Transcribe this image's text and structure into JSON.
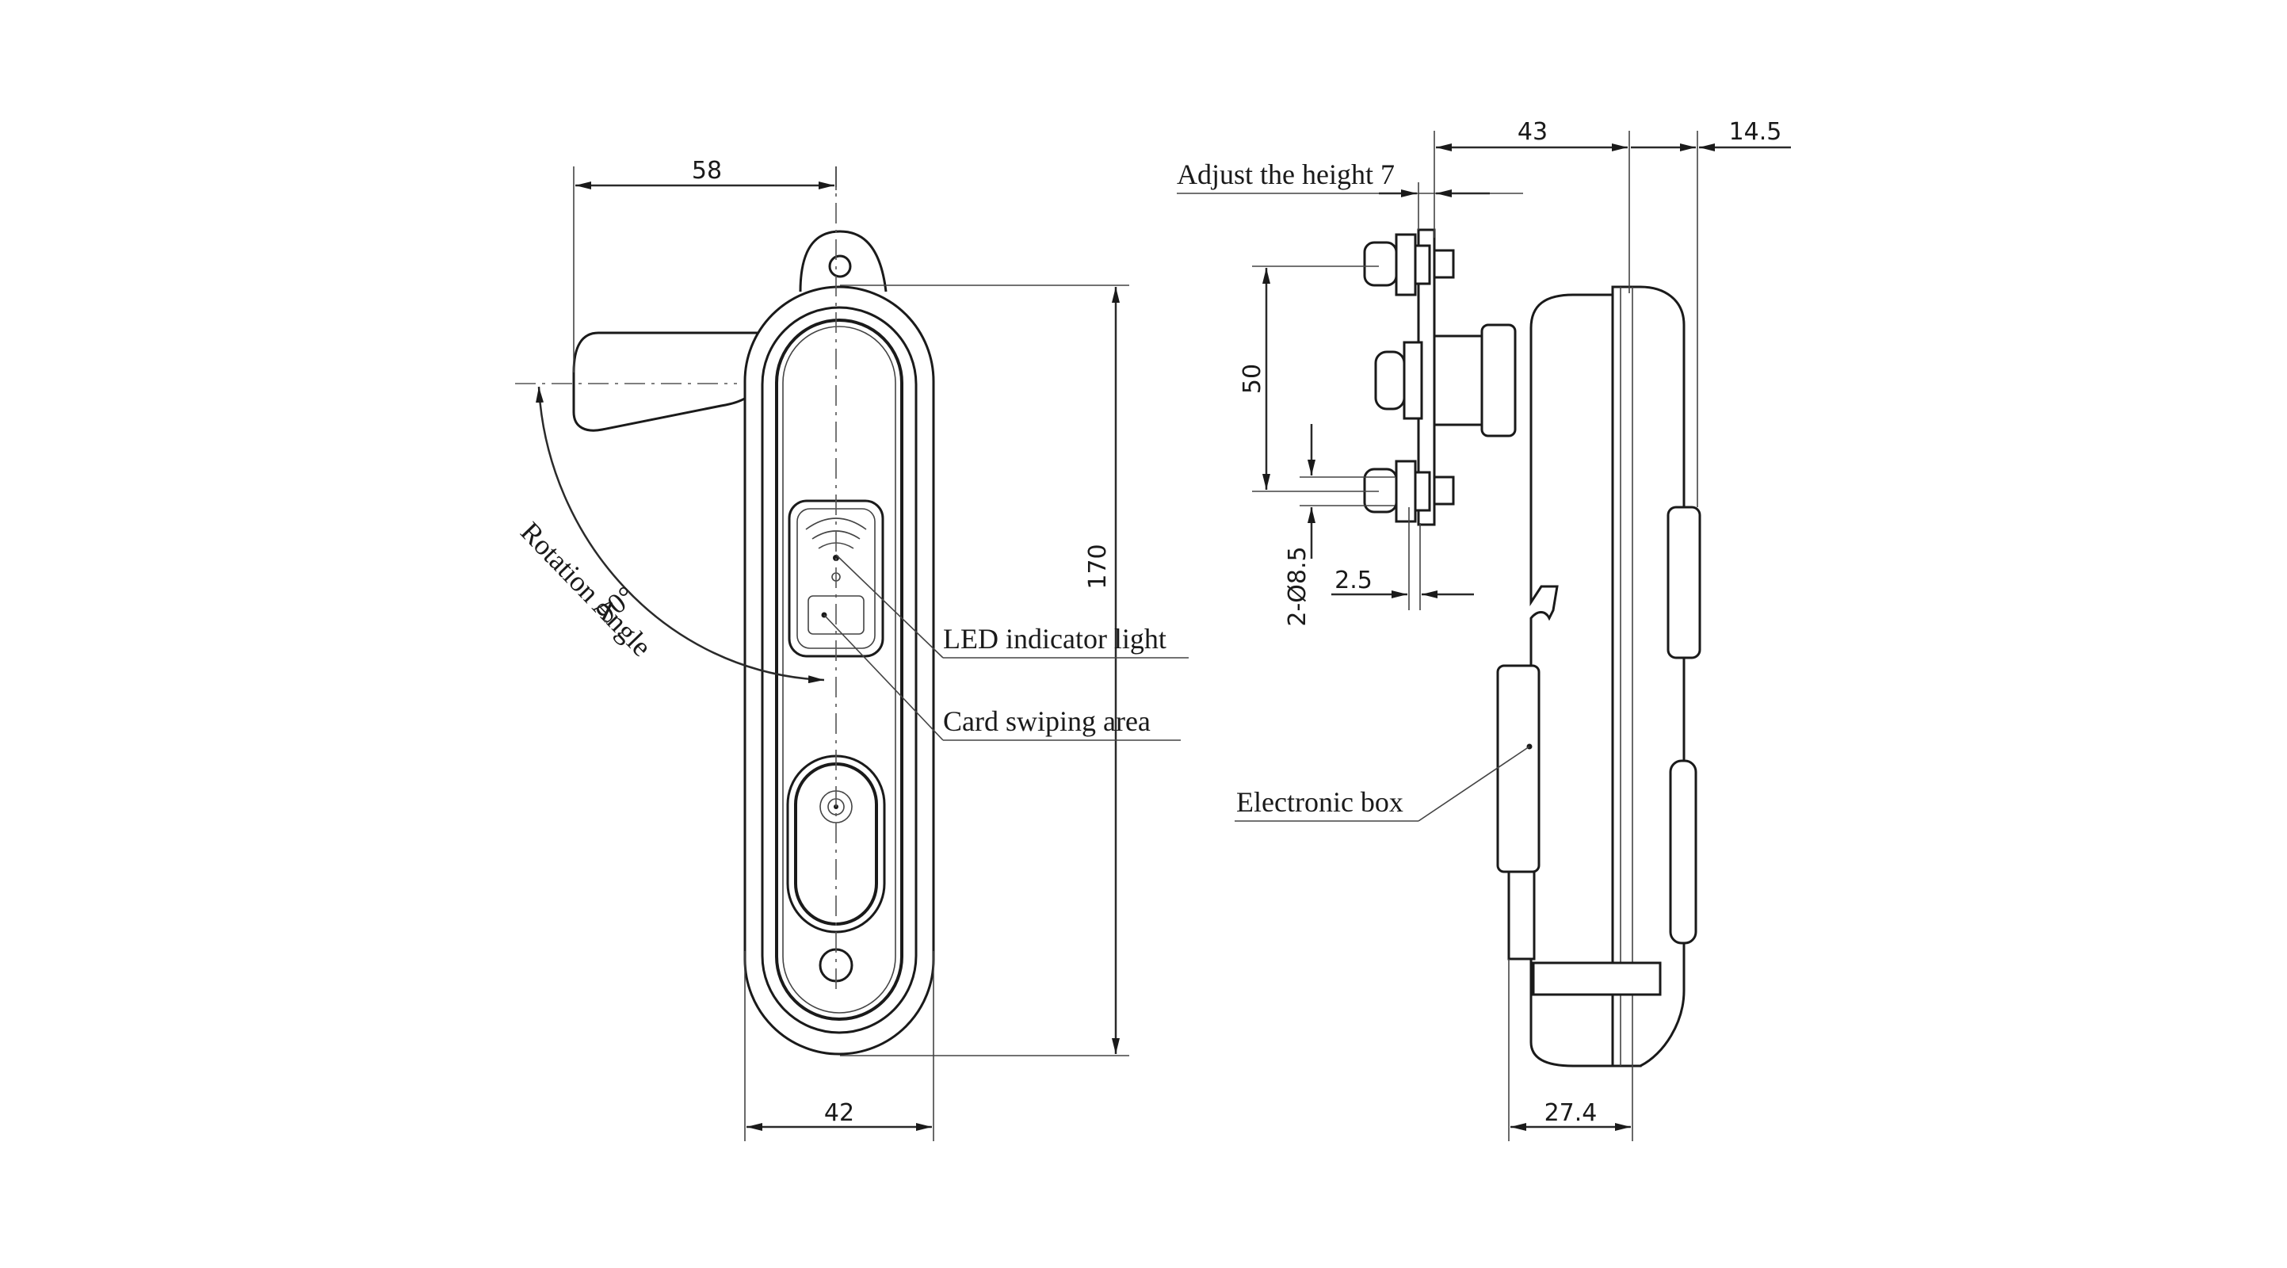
{
  "front_view": {
    "dim_width_top": "58",
    "dim_height": "170",
    "dim_width_bottom": "42",
    "rotation_angle_value": "90°",
    "rotation_angle_label": "Rotation Angle",
    "callout_led": "LED indicator light",
    "callout_card": "Card swiping area"
  },
  "side_view": {
    "dim_depth": "43",
    "dim_offset": "14.5",
    "note_adjust_height": "Adjust the height 7",
    "dim_hole_spacing": "50",
    "dim_hole_diameter": "2-Ø8.5",
    "dim_plate_thickness": "2.5",
    "dim_body_depth": "27.4",
    "callout_electronic_box": "Electronic box"
  }
}
